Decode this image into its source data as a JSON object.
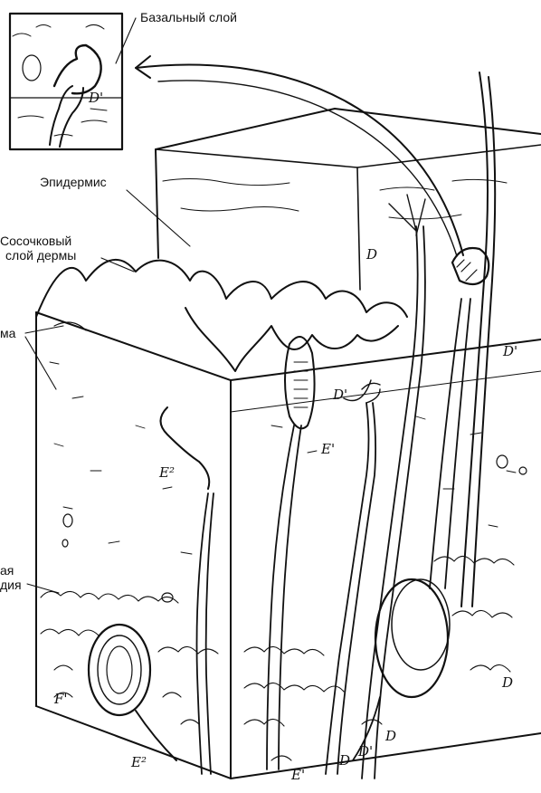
{
  "labels": {
    "basal": "Базальный слой",
    "epidermis": "Эпидермис",
    "papillary_line1": "Сосочковый",
    "papillary_line2": "слой дермы",
    "dermis_partial": "ма",
    "hypo_partial_line1": "ая",
    "hypo_partial_line2": "дия"
  },
  "markers": {
    "D": "D",
    "D1": "D'",
    "E1": "E'",
    "E2": "E²",
    "F1": "F'"
  },
  "colors": {
    "ink": "#111111",
    "paper": "#ffffff"
  }
}
